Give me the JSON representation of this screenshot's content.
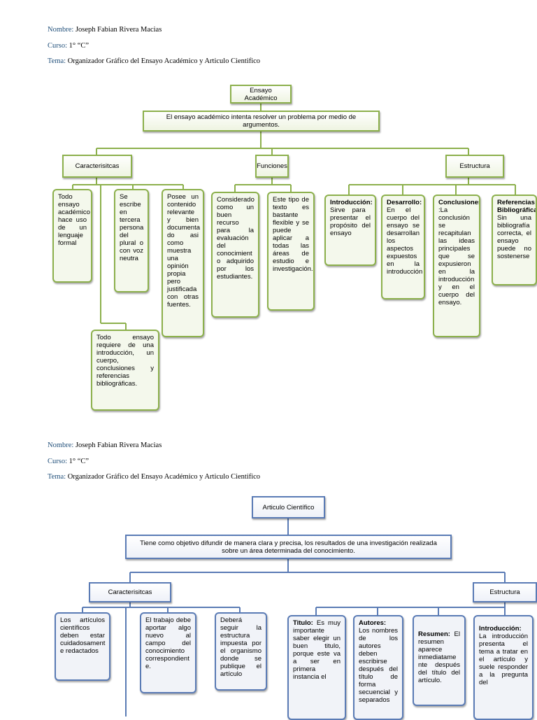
{
  "header1": {
    "nombre_label": "Nombre:",
    "nombre_value": " Joseph Fabian Rivera Macias",
    "curso_label": "Curso:",
    "curso_value": " 1° “C”",
    "tema_label": "Tema:",
    "tema_value": " Organizador Gráfico del Ensayo Académico y Articulo Cientifico"
  },
  "diagram1": {
    "root": "Ensayo Académico",
    "definition": "El ensayo académico intenta resolver un problema por medio de argumentos.",
    "branches": [
      "Caracterisitcas",
      "Funciones",
      "Estructura"
    ],
    "caracteristicas": [
      "Todo ensayo académico hace uso de un lenguaje formal",
      "Se escribe en tercera persona del plural o con voz neutra",
      "Posee un contenido relevante y bien documenta do asi como muestra una opinión propia pero justificada con otras fuentes.",
      "Todo ensayo requiere de una introducción, un cuerpo, conclusiones y referencias bibliográficas."
    ],
    "funciones": [
      "Considerado como un buen recurso para la evaluación del conocimient o adquirido por los estudiantes.",
      "Este tipo de texto es bastante flexible y se puede aplicar a todas las áreas de estudio e investigación."
    ],
    "estructura": [
      {
        "title": "Introducción:",
        "text": " Sirve para presentar el propósito del ensayo"
      },
      {
        "title": "Desarrollo:",
        "text": " En el cuerpo del ensayo se desarrollan los aspectos expuestos en la introducción"
      },
      {
        "title": "Conclusiones",
        "text": " :La conclusión se recapitulan las ideas principales que se expusieron en la introducción y en el cuerpo del ensayo."
      },
      {
        "title": "Referencias Bibliográfica",
        "text": "s: Sin una bibliografía correcta, el ensayo puede no sostenerse"
      }
    ]
  },
  "header2": {
    "nombre_label": "Nombre:",
    "nombre_value": " Joseph Fabian Rivera Macias",
    "curso_label": "Curso:",
    "curso_value": " 1° “C”",
    "tema_label": "Tema:",
    "tema_value": " Organizador Gráfico del Ensayo Académico y Articulo Cientifico"
  },
  "diagram2": {
    "root": "Articulo Científico",
    "definition": "Tiene como objetivo difundir de manera clara y precisa, los resultados de una investigación realizada sobre un área determinada del conocimiento.",
    "branches": [
      "Caracterisitcas",
      "Estructura"
    ],
    "caracteristicas": [
      "Los artículos científicos deben estar cuidadosament e redactados",
      "El trabajo debe aportar algo nuevo al campo del conocimiento correspondient e.",
      "Deberá seguir la estructura impuesta por el organismo donde se publique el artículo"
    ],
    "estructura": [
      {
        "title": "Titulo:",
        "text": " Es muy importante saber elegir un buen titulo, porque este va a ser en primera instancia el"
      },
      {
        "title": "Autores:",
        "text": " Los nombres de los autores deben escribirse después del título de forma secuencial y separados"
      },
      {
        "title": "Resumen:",
        "text": " El resumen aparece inmediatame nte después del título del artículo."
      },
      {
        "title": "Introducción:",
        "text": " La introducción presenta el tema a tratar en el artículo y suele responder a la pregunta del"
      }
    ]
  },
  "colors": {
    "green": "#8cb04c",
    "blue": "#5a7bb5",
    "label_blue": "#1f4e79"
  }
}
